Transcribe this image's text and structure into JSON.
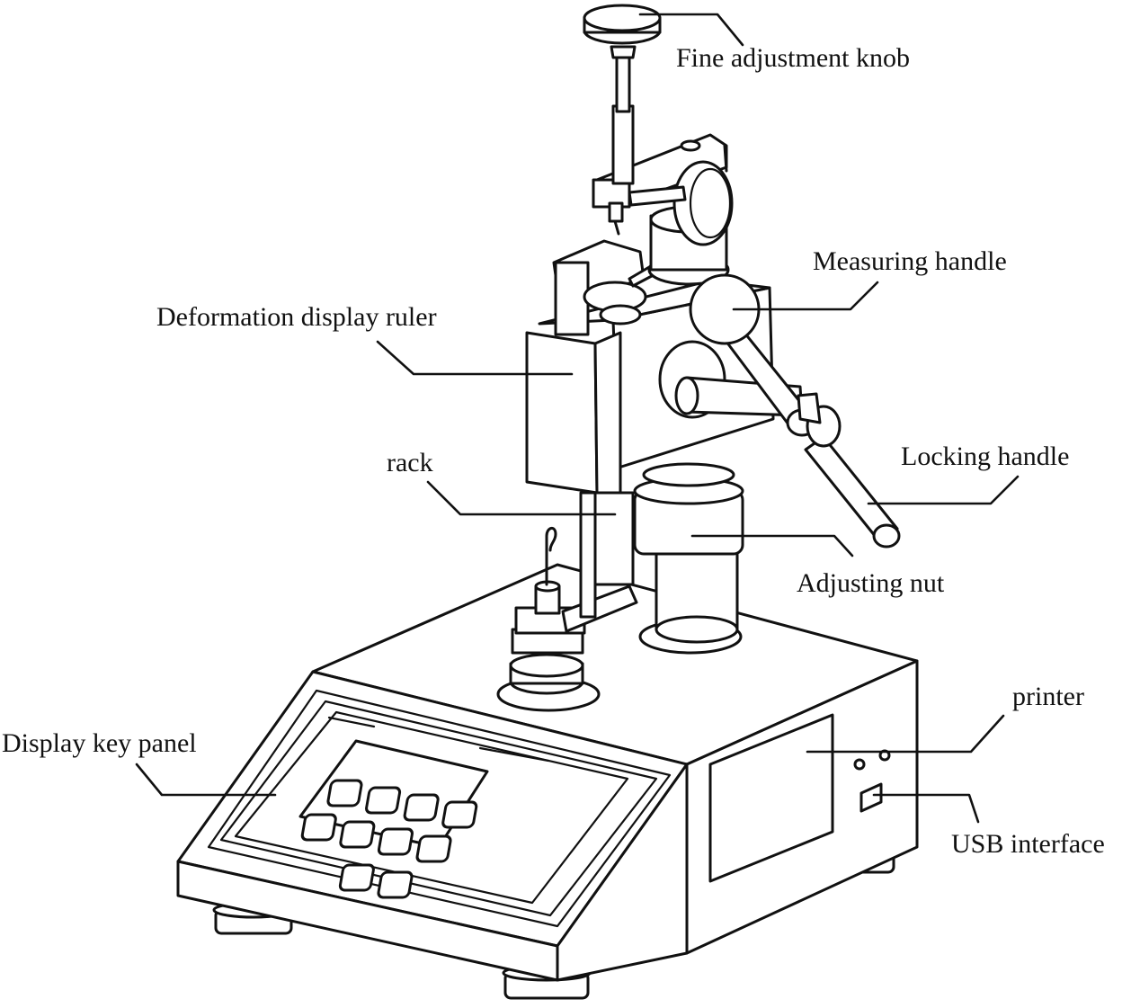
{
  "labels": {
    "fine_adjustment_knob": "Fine adjustment knob",
    "measuring_handle": "Measuring handle",
    "deformation_display_ruler": "Deformation display ruler",
    "rack": "rack",
    "locking_handle": "Locking handle",
    "adjusting_nut": "Adjusting nut",
    "printer": "printer",
    "display_key_panel": "Display key panel",
    "usb_interface": "USB interface"
  }
}
